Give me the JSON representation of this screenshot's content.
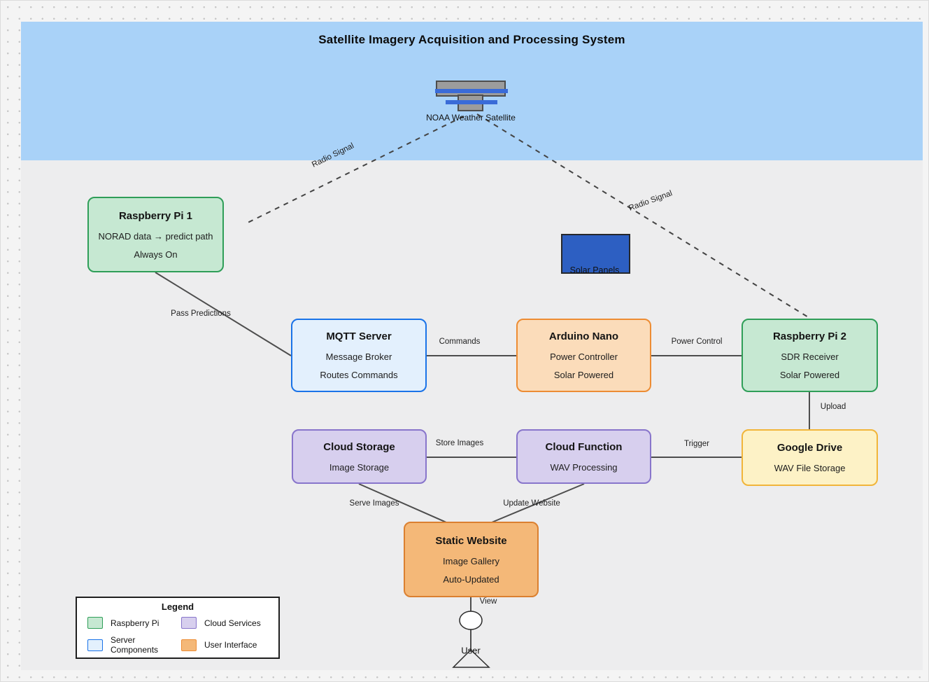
{
  "title": "Satellite Imagery Acquisition and Processing System",
  "satellite": {
    "label": "NOAA Weather Satellite"
  },
  "solar_panels": {
    "label": "Solar Panels"
  },
  "actor": {
    "label": "User"
  },
  "nodes": {
    "rpi1": {
      "title": "Raspberry Pi 1",
      "lines": [
        "NORAD data → predict path",
        "Always On"
      ]
    },
    "mqtt": {
      "title": "MQTT Server",
      "lines": [
        "Message Broker",
        "Routes Commands"
      ]
    },
    "arduino": {
      "title": "Arduino Nano",
      "lines": [
        "Power Controller",
        "Solar Powered"
      ]
    },
    "rpi2": {
      "title": "Raspberry Pi 2",
      "lines": [
        "SDR Receiver",
        "Solar Powered"
      ]
    },
    "cloud_storage": {
      "title": "Cloud Storage",
      "lines": [
        "Image Storage"
      ]
    },
    "cloud_function": {
      "title": "Cloud Function",
      "lines": [
        "WAV Processing"
      ]
    },
    "google_drive": {
      "title": "Google Drive",
      "lines": [
        "WAV File Storage"
      ]
    },
    "static_website": {
      "title": "Static Website",
      "lines": [
        "Image Gallery",
        "Auto-Updated"
      ]
    }
  },
  "edges": {
    "radio_left": {
      "label": "Radio Signal",
      "from": "NOAA Weather Satellite",
      "to": "Raspberry Pi 1",
      "style": "dashed"
    },
    "radio_right": {
      "label": "Radio Signal",
      "from": "NOAA Weather Satellite",
      "to": "Raspberry Pi 2",
      "style": "dashed"
    },
    "pass_predictions": {
      "label": "Pass Predictions",
      "from": "Raspberry Pi 1",
      "to": "MQTT Server",
      "style": "solid"
    },
    "commands": {
      "label": "Commands",
      "from": "MQTT Server",
      "to": "Arduino Nano",
      "style": "solid"
    },
    "power_control": {
      "label": "Power Control",
      "from": "Arduino Nano",
      "to": "Raspberry Pi 2",
      "style": "solid"
    },
    "upload": {
      "label": "Upload",
      "from": "Raspberry Pi 2",
      "to": "Google Drive",
      "style": "solid"
    },
    "trigger": {
      "label": "Trigger",
      "from": "Google Drive",
      "to": "Cloud Function",
      "style": "solid"
    },
    "store_images": {
      "label": "Store Images",
      "from": "Cloud Function",
      "to": "Cloud Storage",
      "style": "solid"
    },
    "serve_images": {
      "label": "Serve Images",
      "from": "Cloud Storage",
      "to": "Static Website",
      "style": "solid"
    },
    "update_website": {
      "label": "Update Website",
      "from": "Cloud Function",
      "to": "Static Website",
      "style": "solid"
    },
    "view": {
      "label": "View",
      "from": "Static Website",
      "to": "User",
      "style": "solid"
    }
  },
  "legend": {
    "title": "Legend",
    "items": [
      {
        "label": "Raspberry Pi",
        "fill": "#c6e8d2",
        "border": "#2f9e58"
      },
      {
        "label": "Cloud Services",
        "fill": "#d7cfee",
        "border": "#8875cb"
      },
      {
        "label": "Server Components",
        "fill": "#e3f0fd",
        "border": "#1a73e8"
      },
      {
        "label": "User Interface",
        "fill": "#f4b878",
        "border": "#ed8c33"
      }
    ]
  },
  "colors": {
    "sky": "#a9d2f8",
    "diagram_background": "#ededee",
    "outer_background": "#f4f4f4",
    "edge_line": "#4d4d4d",
    "solar_panel_fill": "#2d5fc2",
    "satellite_body": "#9c9c9c",
    "satellite_bars": "#3a6bd8",
    "raspberry_pi_fill": "#c6e8d2",
    "server_fill": "#e3f0fd",
    "cloud_fill": "#d7cfee",
    "user_interface_fill": "#f4b878",
    "google_drive_fill": "#fdf2c6",
    "arduino_fill": "#fbdcba"
  }
}
